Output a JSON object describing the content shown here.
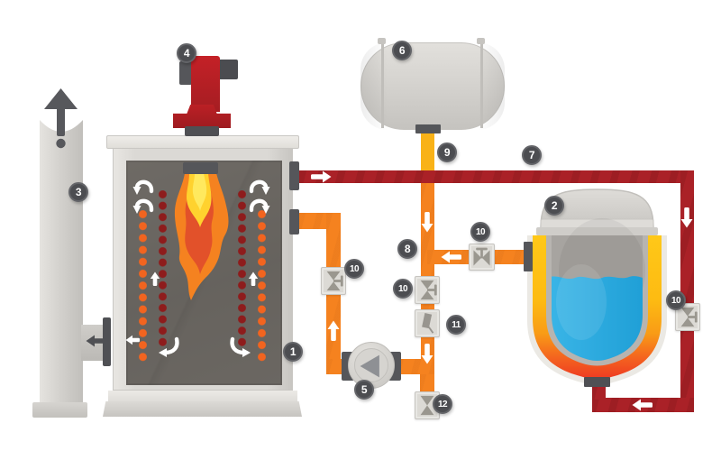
{
  "diagram": {
    "type": "industrial-boiler-hot-water-system-illustration",
    "badges": {
      "boiler": {
        "num": "1"
      },
      "storage_tank": {
        "num": "2"
      },
      "chimney": {
        "num": "3"
      },
      "burner": {
        "num": "4"
      },
      "pump": {
        "num": "5"
      },
      "expansion_tank": {
        "num": "6"
      },
      "supply_pipe": {
        "num": "7"
      },
      "return_pipe": {
        "num": "8"
      },
      "expansion_pipe": {
        "num": "9"
      },
      "valve_return_left": {
        "num": "10"
      },
      "valve_return_mid": {
        "num": "10"
      },
      "valve_tank_outlet": {
        "num": "10"
      },
      "valve_supply_right": {
        "num": "10"
      },
      "check_valve": {
        "num": "11"
      },
      "drain_valve": {
        "num": "12"
      }
    },
    "colors": {
      "supply_pipe_red": "#aa2127",
      "return_pipe_orange": "#f5821f",
      "expansion_pipe_yellow": "#f9b217",
      "flame_orange": "#f58220",
      "flame_streak_red": "#e2512a",
      "flame_core_yellow": "#ffd22e",
      "water_blue": "#2aabe2",
      "tank_jacket_yellow": "#ffc613",
      "tank_jacket_hot_red": "#ee3a22",
      "tube_row_hot": "#8e1c1c",
      "tube_row_warm": "#f2641f",
      "metal_light": "#d9d7d3",
      "metal_dark": "#55565a",
      "burner_red": "#b02025",
      "badge_background": "#4c4d51"
    }
  }
}
